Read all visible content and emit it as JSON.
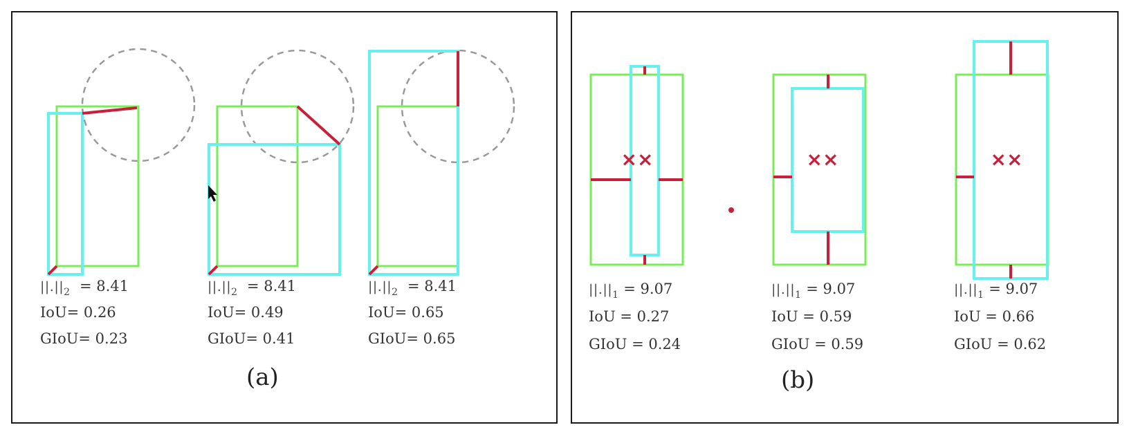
{
  "panel_a": {
    "caption": "(a)",
    "norm_subscript": "2",
    "examples": [
      {
        "norm_value": "= 8.41",
        "iou": "IoU= 0.26",
        "giou": "GIoU= 0.23"
      },
      {
        "norm_value": "= 8.41",
        "iou": "IoU= 0.49",
        "giou": "GIoU= 0.41"
      },
      {
        "norm_value": "= 8.41",
        "iou": "IoU= 0.65",
        "giou": "GIoU= 0.65"
      }
    ]
  },
  "panel_b": {
    "caption": "(b)",
    "norm_subscript": "1",
    "examples": [
      {
        "norm_value": "= 9.07",
        "iou": "IoU = 0.27",
        "giou": "GIoU = 0.24"
      },
      {
        "norm_value": "= 9.07",
        "iou": "IoU = 0.59",
        "giou": "GIoU = 0.59"
      },
      {
        "norm_value": "= 9.07",
        "iou": "IoU = 0.66",
        "giou": "GIoU = 0.62"
      }
    ],
    "center_marker": "××"
  },
  "norm_symbol": "||.||",
  "colors": {
    "ground_truth_box": "#77ee55",
    "predicted_box": "#66f0ee",
    "distance_line": "#c8203a",
    "circle": "#999999",
    "frame": "#1a1a1a"
  }
}
